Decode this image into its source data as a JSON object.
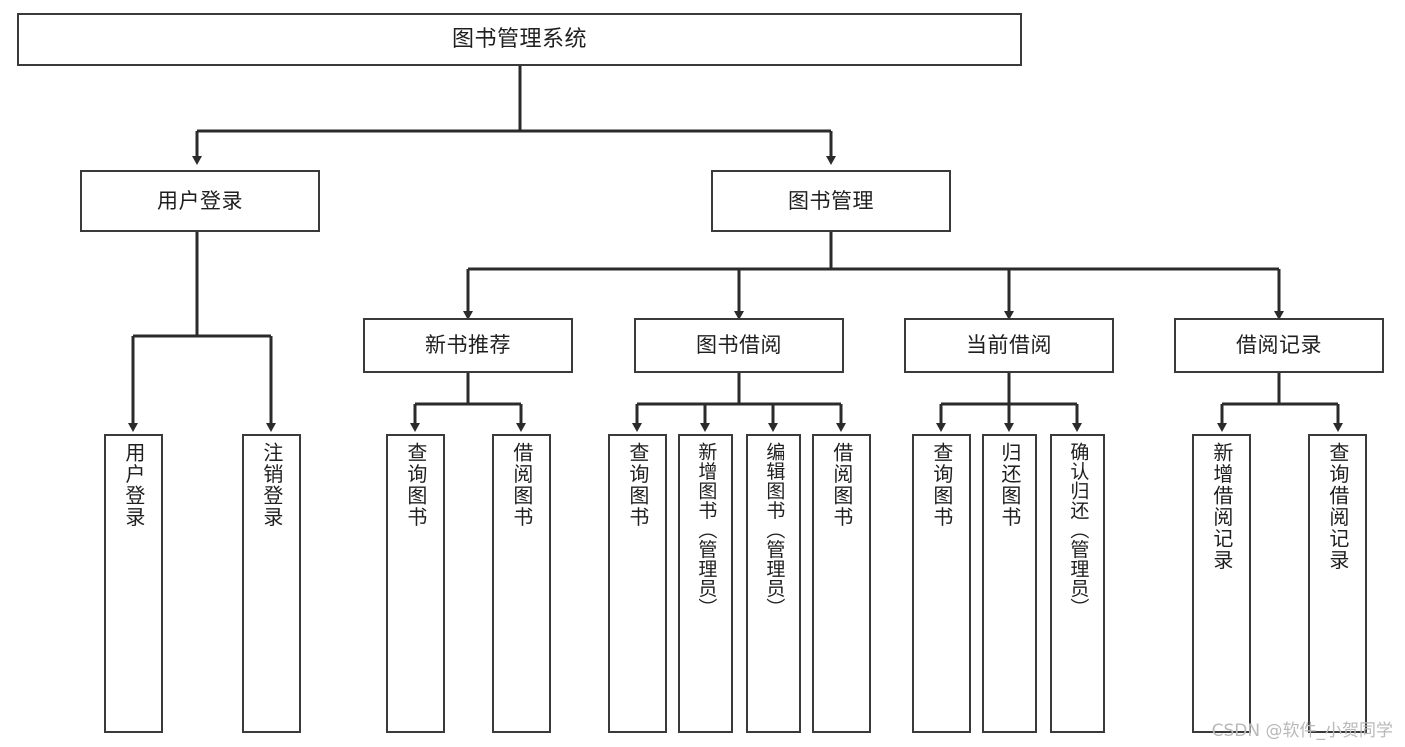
{
  "diagram": {
    "title": "图书管理系统",
    "type": "tree-hierarchy",
    "watermark": "CSDN @软件_小贺同学",
    "colors": {
      "box_border": "#3a3a3a",
      "box_fill": "#ffffff",
      "connector": "#2b2b2b",
      "text": "#1f1f1f",
      "watermark": "#b9b9b9"
    },
    "levels": {
      "root": {
        "label": "图书管理系统"
      },
      "level2": [
        {
          "id": "user-login",
          "label": "用户登录"
        },
        {
          "id": "book-management",
          "label": "图书管理"
        }
      ],
      "level3": [
        {
          "id": "new-book-recommend",
          "label": "新书推荐"
        },
        {
          "id": "book-borrow",
          "label": "图书借阅"
        },
        {
          "id": "current-borrow",
          "label": "当前借阅"
        },
        {
          "id": "borrow-record",
          "label": "借阅记录"
        }
      ],
      "leaves": {
        "user_login": [
          {
            "id": "leaf-user-login",
            "label": "用户登录"
          },
          {
            "id": "leaf-logout-login",
            "label": "注销登录"
          }
        ],
        "new_book_recommend": [
          {
            "id": "leaf-query-book-1",
            "label": "查询图书"
          },
          {
            "id": "leaf-borrow-book-1",
            "label": "借阅图书"
          }
        ],
        "book_borrow": [
          {
            "id": "leaf-query-book-2",
            "label": "查询图书"
          },
          {
            "id": "leaf-add-book",
            "label": "新增图书（管理员）"
          },
          {
            "id": "leaf-edit-book",
            "label": "编辑图书（管理员）"
          },
          {
            "id": "leaf-borrow-book-2",
            "label": "借阅图书"
          }
        ],
        "current_borrow": [
          {
            "id": "leaf-query-book-3",
            "label": "查询图书"
          },
          {
            "id": "leaf-return-book",
            "label": "归还图书"
          },
          {
            "id": "leaf-confirm-return",
            "label": "确认归还（管理员）"
          }
        ],
        "borrow_record": [
          {
            "id": "leaf-add-borrow-record",
            "label": "新增借阅记录"
          },
          {
            "id": "leaf-query-borrow-record",
            "label": "查询借阅记录"
          }
        ]
      }
    }
  }
}
